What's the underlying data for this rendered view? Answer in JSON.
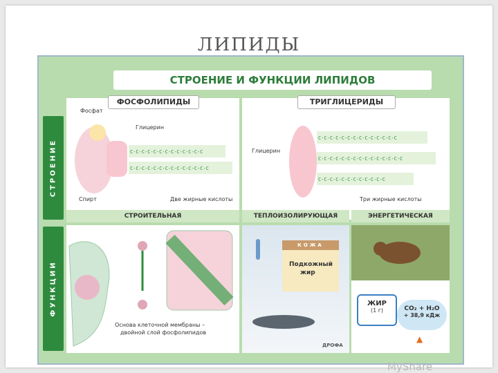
{
  "slide": {
    "title": "ЛИПИДЫ",
    "watermark": "MyShare"
  },
  "poster": {
    "title": "СТРОЕНИЕ И ФУНКЦИИ ЛИПИДОВ",
    "side_labels": {
      "structure": "СТРОЕНИЕ",
      "functions": "ФУНКЦИИ"
    },
    "phospholipids": {
      "header": "ФОСФОЛИПИДЫ",
      "labels": {
        "phosphate": "Фосфат",
        "glycerol": "Глицерин",
        "alcohol": "Спирт",
        "two_fatty_acids": "Две жирные кислоты"
      }
    },
    "triglycerides": {
      "header": "ТРИГЛИЦЕРИДЫ",
      "labels": {
        "glycerol": "Глицерин",
        "three_fatty_acids": "Три жирные кислоты"
      }
    },
    "functions": {
      "structural": "СТРОИТЕЛЬНАЯ",
      "insulating": "ТЕПЛОИЗОЛИРУЮЩАЯ",
      "energy": "ЭНЕРГЕТИЧЕСКАЯ",
      "membrane_caption_1": "Основа клеточной мембраны –",
      "membrane_caption_2": "двойной слой фосфолипидов",
      "skin_label": "КОЖА",
      "subcutaneous_fat_1": "Подкожный",
      "subcutaneous_fat_2": "жир",
      "fat_label": "ЖИР",
      "fat_amount": "(1 г)",
      "products": "CO₂ + H₂O",
      "energy_value": "+ 38,9 кДж"
    },
    "publisher": "ДРОФА"
  }
}
